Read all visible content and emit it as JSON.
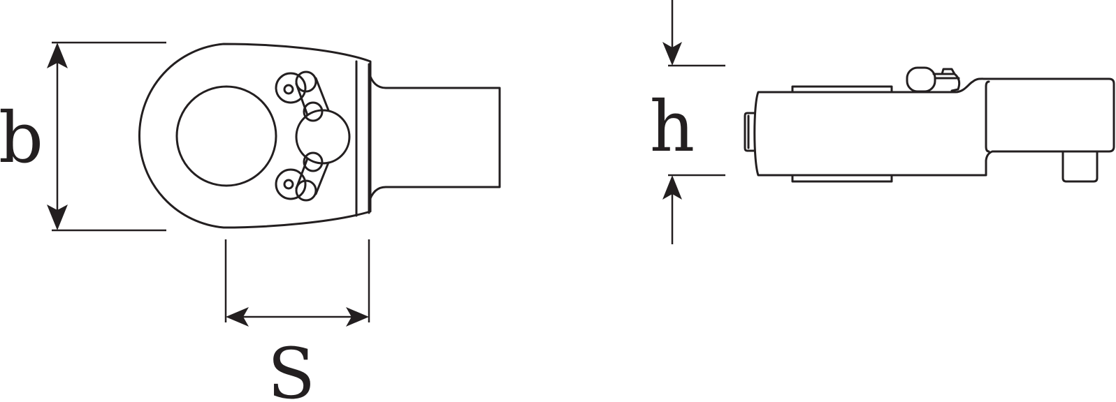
{
  "labels": {
    "b": "b",
    "s": "S",
    "h": "h"
  },
  "colors": {
    "stroke": "#231f20",
    "background": "#ffffff"
  }
}
